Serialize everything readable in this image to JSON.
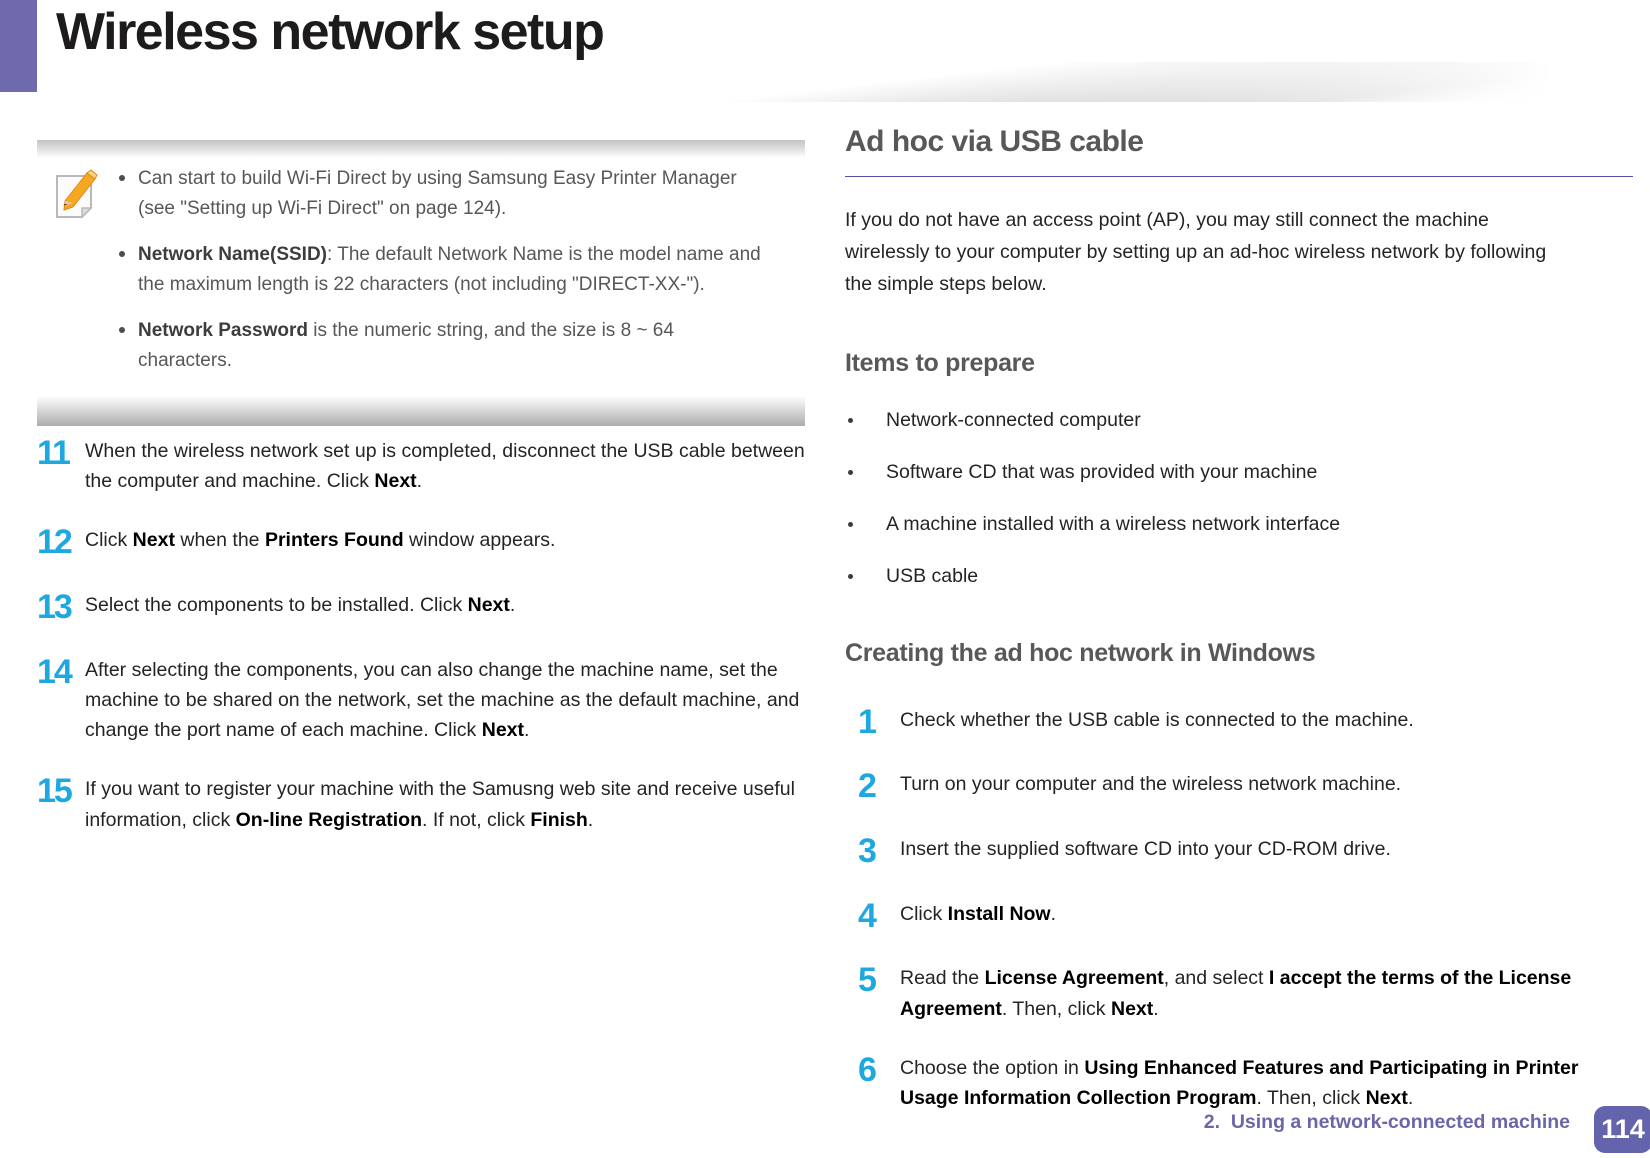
{
  "colors": {
    "accent_purple": "#6f6aae",
    "step_number_cyan": "#1fa8df",
    "footer_purple": "#6b66a8",
    "heading_gray": "#58585a",
    "rule_purple": "#55519e"
  },
  "header": {
    "title": "Wireless network setup"
  },
  "note": {
    "icon": "pencil-note-icon",
    "items": [
      {
        "runs": [
          {
            "t": "Can start to build Wi-Fi Direct by using Samsung Easy Printer Manager (see \"Setting up Wi-Fi Direct\" on page 124)."
          }
        ]
      },
      {
        "runs": [
          {
            "t": "Network Name(SSID)",
            "b": true
          },
          {
            "t": ": The default Network Name is the model name and the maximum length is 22 characters (not including \"DIRECT-XX-\")."
          }
        ]
      },
      {
        "runs": [
          {
            "t": "Network Password",
            "b": true
          },
          {
            "t": " is the numeric string, and the size is 8 ~ 64 characters."
          }
        ]
      }
    ]
  },
  "left_steps": [
    {
      "num": "11",
      "runs": [
        {
          "t": "When the wireless network set up is completed, disconnect the USB cable between the computer and machine. Click "
        },
        {
          "t": "Next",
          "b": true
        },
        {
          "t": "."
        }
      ]
    },
    {
      "num": "12",
      "runs": [
        {
          "t": "Click "
        },
        {
          "t": "Next",
          "b": true
        },
        {
          "t": " when the "
        },
        {
          "t": "Printers Found",
          "b": true
        },
        {
          "t": " window appears."
        }
      ]
    },
    {
      "num": "13",
      "runs": [
        {
          "t": "Select the components to be installed. Click "
        },
        {
          "t": "Next",
          "b": true
        },
        {
          "t": "."
        }
      ]
    },
    {
      "num": "14",
      "runs": [
        {
          "t": "After selecting the components, you can also change the machine name, set the machine to be shared on the network, set the machine as the default machine, and change the port name of each machine. Click "
        },
        {
          "t": "Next",
          "b": true
        },
        {
          "t": "."
        }
      ]
    },
    {
      "num": "15",
      "runs": [
        {
          "t": "If you want to register your machine with the Samusng web site and receive useful information, click "
        },
        {
          "t": "On-line Registration",
          "b": true
        },
        {
          "t": ". If not, click "
        },
        {
          "t": "Finish",
          "b": true
        },
        {
          "t": "."
        }
      ]
    }
  ],
  "right": {
    "section_title": "Ad hoc via USB cable",
    "intro": "If you do not have an access point (AP), you may still connect the machine wirelessly to your computer by setting up an ad-hoc wireless network by following the simple steps below.",
    "items_title": "Items to prepare",
    "items": [
      "Network-connected computer",
      "Software CD that was provided with your machine",
      "A machine installed with a wireless network interface",
      "USB cable"
    ],
    "subsection_title": "Creating the ad hoc network in Windows",
    "steps": [
      {
        "num": "1",
        "runs": [
          {
            "t": "Check whether the USB cable is connected to the machine."
          }
        ]
      },
      {
        "num": "2",
        "runs": [
          {
            "t": "Turn on your computer and the wireless network machine."
          }
        ]
      },
      {
        "num": "3",
        "runs": [
          {
            "t": "Insert the supplied software CD into your CD-ROM drive."
          }
        ]
      },
      {
        "num": "4",
        "runs": [
          {
            "t": "Click "
          },
          {
            "t": "Install Now",
            "b": true
          },
          {
            "t": "."
          }
        ]
      },
      {
        "num": "5",
        "runs": [
          {
            "t": "Read the "
          },
          {
            "t": "License Agreement",
            "b": true
          },
          {
            "t": ", and select "
          },
          {
            "t": "I accept the terms of the License Agreement",
            "b": true
          },
          {
            "t": ". Then, click "
          },
          {
            "t": "Next",
            "b": true
          },
          {
            "t": "."
          }
        ]
      },
      {
        "num": "6",
        "runs": [
          {
            "t": "Choose the option in "
          },
          {
            "t": "Using Enhanced Features and Participating in Printer Usage Information Collection Program",
            "b": true
          },
          {
            "t": ". Then, click "
          },
          {
            "t": "Next",
            "b": true
          },
          {
            "t": "."
          }
        ]
      }
    ]
  },
  "footer": {
    "chapter": "2.  Using a network-connected machine",
    "page": "114"
  }
}
